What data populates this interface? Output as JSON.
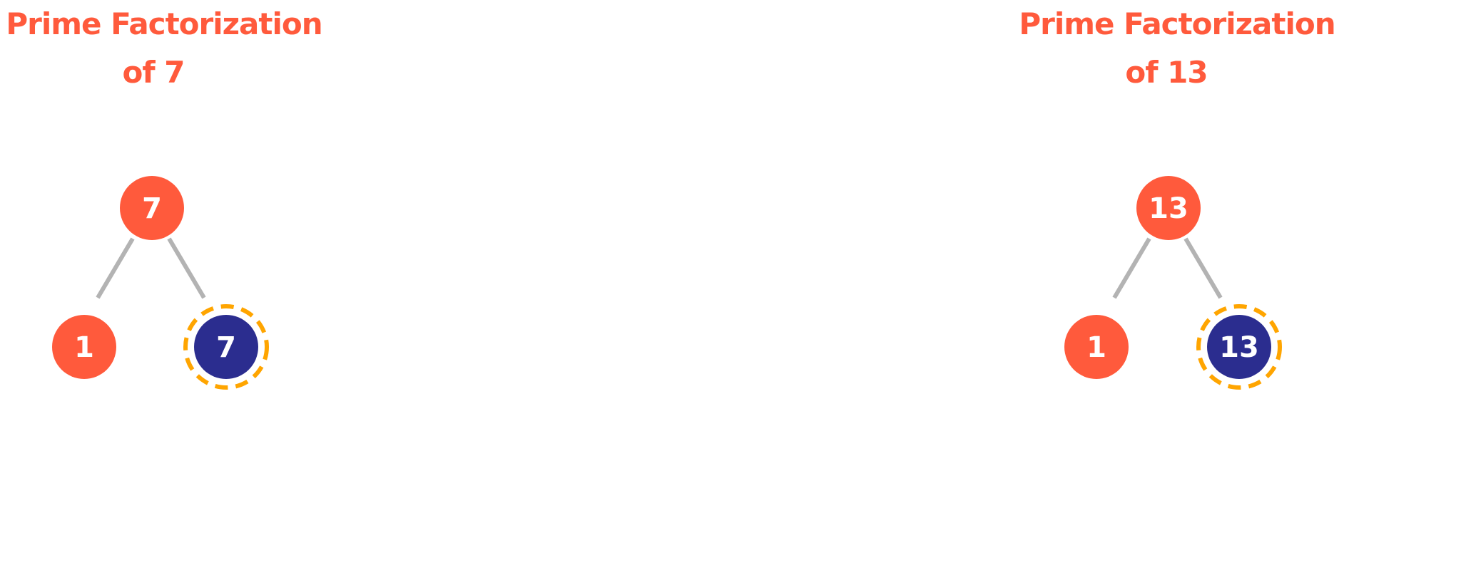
{
  "colors": {
    "factor": "#FF5A3C",
    "prime": "#2B2D8F",
    "highlight": "#FFA500",
    "edge": "#B3B3B3"
  },
  "trees": [
    {
      "title_line1": "Prime Factorization",
      "title_line2": "of 7",
      "root": "7",
      "left": "1",
      "right": "7"
    },
    {
      "title_line1": "Prime Factorization",
      "title_line2": "of 13",
      "root": "13",
      "left": "1",
      "right": "13"
    }
  ]
}
